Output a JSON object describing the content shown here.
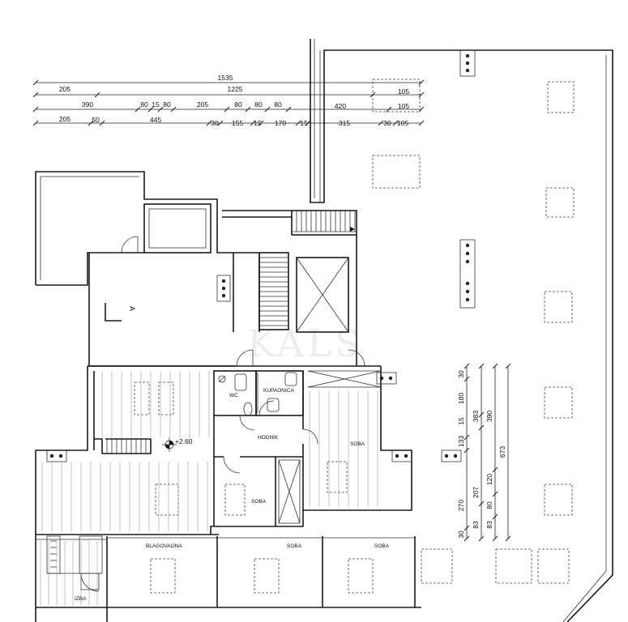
{
  "horizontal_dimensions": {
    "row1": [
      "1535"
    ],
    "row2": [
      "205",
      "1225",
      "105"
    ],
    "row3": [
      "390",
      "80",
      "15",
      "80",
      "205",
      "80",
      "80",
      "80",
      "420",
      "105"
    ],
    "row4": [
      "205",
      "50",
      "445",
      "30",
      "155",
      "15",
      "170",
      "15",
      "315",
      "30",
      "105"
    ]
  },
  "vertical_dimensions": {
    "col1": [
      "30",
      "133",
      "270",
      "30"
    ],
    "col2": [
      "180",
      "15",
      "207",
      "83"
    ],
    "col3": [
      "383",
      "120",
      "80"
    ],
    "col4": [
      "390",
      "83"
    ],
    "col5": [
      "673"
    ]
  },
  "rooms": {
    "wc": "WC",
    "kupaonica": "KUPAONICA",
    "hodnik": "HODNIK",
    "soba_east": "SOBA",
    "soba_center": "SOBA",
    "blagovaona": "BLAGOVAONA",
    "soba_lower_mid": "SOBA",
    "soba_lower_right": "SOBA",
    "izba": "IZBA"
  },
  "level_mark": "+2.60",
  "section_mark": "A",
  "watermark": "KALS"
}
